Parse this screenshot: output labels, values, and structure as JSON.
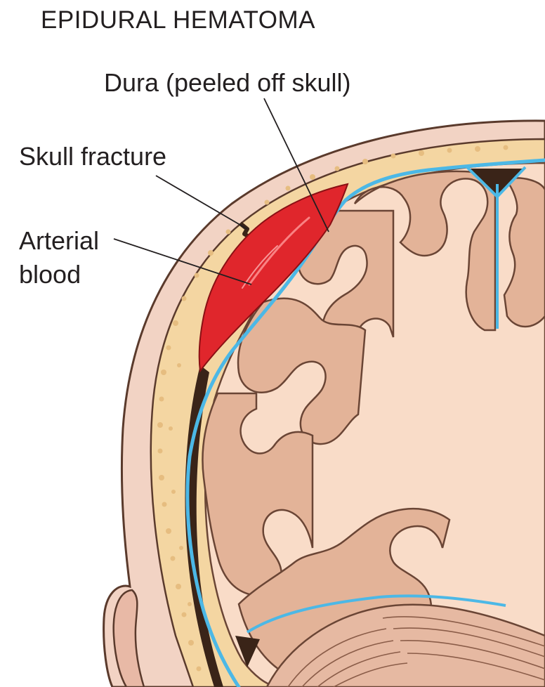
{
  "title": "EPIDURAL HEMATOMA",
  "labels": {
    "dura": "Dura (peeled off skull)",
    "skull_fracture": "Skull fracture",
    "arterial_blood_line1": "Arterial",
    "arterial_blood_line2": "blood"
  },
  "colors": {
    "scalp": "#f2d3c4",
    "scalp_outline": "#5a3a2c",
    "bone": "#f4d6a2",
    "bone_pore": "#e6bd80",
    "dura": "#4cb8e6",
    "brain_gray": "#e3b398",
    "brain_white": "#f9dcc8",
    "brain_outline": "#6a4535",
    "hematoma": "#e0262c",
    "dark_space": "#3a2418",
    "leader": "#231f20"
  }
}
